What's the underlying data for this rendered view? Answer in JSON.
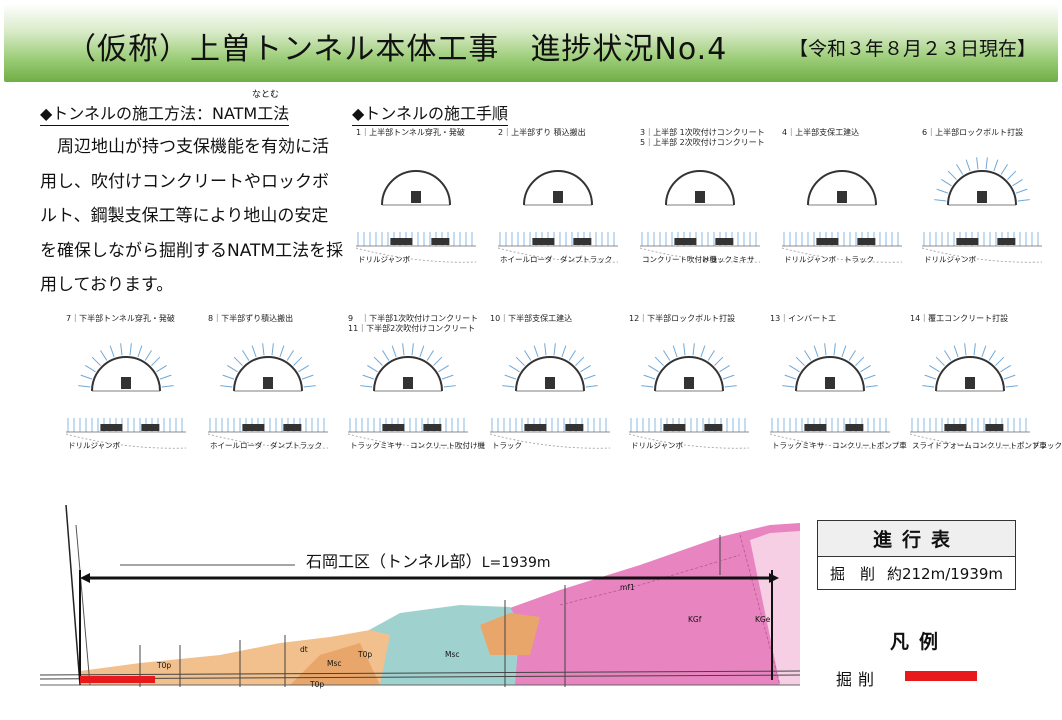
{
  "header": {
    "title": "（仮称）上曽トンネル本体工事　進捗状況No.4",
    "date": "【令和３年８月２３日現在】"
  },
  "method": {
    "heading": "◆トンネルの施工方法：NATM工法",
    "ruby": "なとむ",
    "body": "　周辺地山が持つ支保機能を有効に活用し、吹付けコンクリートやロックボルト、鋼製支保工等により地山の安定を確保しながら掘削するNATM工法を採用しております。"
  },
  "steps_heading": "◆トンネルの施工手順",
  "steps_top": [
    {
      "label": "1｜上半部トンネル穿孔・発破",
      "machines": [
        "ドリルジャンボ"
      ]
    },
    {
      "label": "2｜上半部ずり 積込搬出",
      "machines": [
        "ホイールローダ",
        "ダンプトラック"
      ]
    },
    {
      "label": "3｜上半部 1次吹付けコンクリート\n5｜上半部 2次吹付けコンクリート",
      "machines": [
        "コンクリート吹付け機",
        "トラックミキサ"
      ]
    },
    {
      "label": "4｜上半部支保工建込",
      "machines": [
        "ドリルジャンボ",
        "トラック"
      ]
    },
    {
      "label": "6｜上半部ロックボルト打設",
      "machines": [
        "ドリルジャンボ"
      ]
    }
  ],
  "steps_bottom": [
    {
      "label": "7｜下半部トンネル穿孔・発破",
      "machines": [
        "ドリルジャンボ"
      ]
    },
    {
      "label": "8｜下半部ずり積込搬出",
      "machines": [
        "ホイールローダ",
        "ダンプトラック"
      ]
    },
    {
      "label": "9　｜下半部1次吹付けコンクリート\n11｜下半部2次吹付けコンクリート",
      "machines": [
        "トラックミキサ",
        "コンクリート吹付け機"
      ]
    },
    {
      "label": "10｜下半部支保工建込",
      "machines": [
        "トラック"
      ]
    },
    {
      "label": "12｜下半部ロックボルト打設",
      "machines": [
        "ドリルジャンボ"
      ]
    },
    {
      "label": "13｜インバートエ",
      "machines": [
        "トラックミキサ",
        "コンクリートポンプ車"
      ]
    },
    {
      "label": "14｜覆工コンクリート打設",
      "machines": [
        "スライドフォーム",
        "コンクリートポンプ車",
        "トラックミキサ"
      ]
    }
  ],
  "profile": {
    "section_name": "石岡工区（トンネル部）",
    "length": "L=1939m",
    "excavated_fraction": 0.109,
    "geo_labels": [
      "T0p",
      "Msc",
      "T0p",
      "Msc",
      "T0p",
      "KGf",
      "KGe",
      "dt",
      "mf1"
    ]
  },
  "progress": {
    "title": "進行表",
    "row_label": "掘　削",
    "row_value": "約212m/1939m"
  },
  "legend": {
    "title": "凡例",
    "item": "掘削",
    "color": "#e8191a"
  },
  "colors": {
    "header_green": "#6fae45",
    "sand": "#f1c08d",
    "teal": "#9fd2cf",
    "pink": "#e884c0",
    "light_pink": "#f6cfe4"
  }
}
